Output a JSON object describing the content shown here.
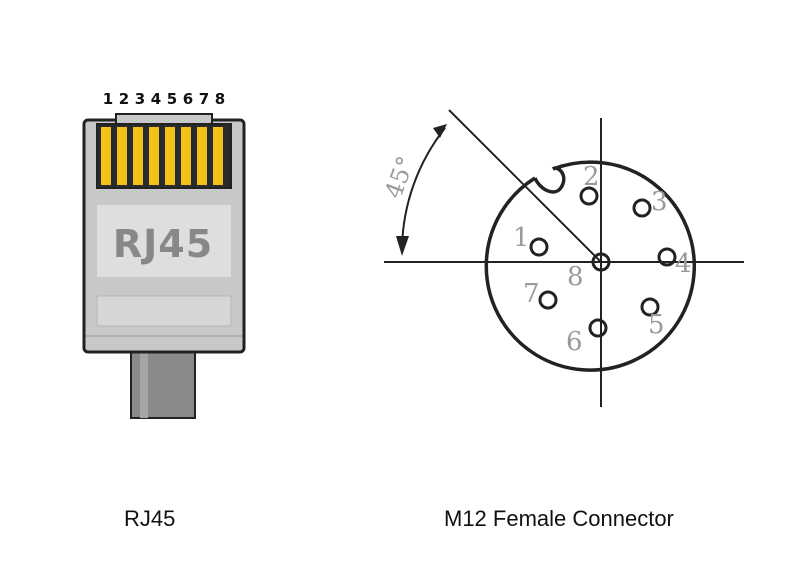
{
  "rj45": {
    "pin_numbers": [
      "1",
      "2",
      "3",
      "4",
      "5",
      "6",
      "7",
      "8"
    ],
    "body_label": "RJ45",
    "caption": "RJ45",
    "colors": {
      "contacts": "#f2c21a",
      "body": "#c8c8c8",
      "outline": "#222222",
      "cable": "#8a8a8a",
      "label": "#888888"
    }
  },
  "m12": {
    "caption": "M12 Female Connector",
    "angle_label": "45°",
    "pin_labels": [
      "1",
      "2",
      "3",
      "4",
      "5",
      "6",
      "7",
      "8"
    ],
    "colors": {
      "lines": "#222222",
      "labels": "#9a9a9a"
    }
  }
}
